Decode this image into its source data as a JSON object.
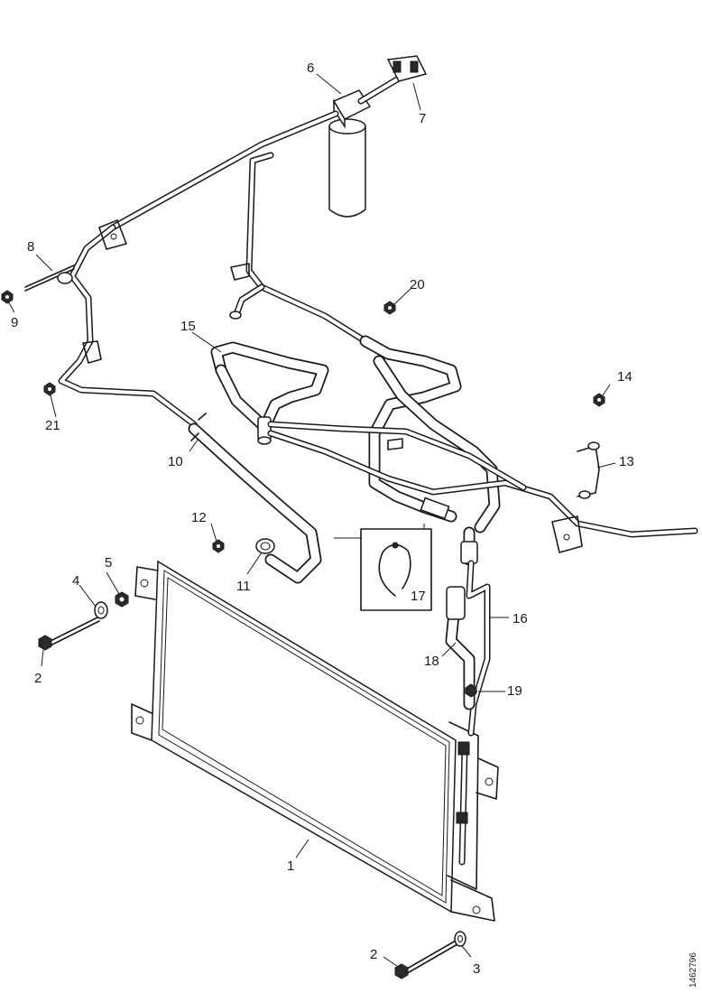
{
  "diagram": {
    "callouts": [
      "1",
      "2",
      "2",
      "3",
      "4",
      "5",
      "6",
      "7",
      "8",
      "9",
      "10",
      "11",
      "12",
      "13",
      "14",
      "15",
      "16",
      "17",
      "18",
      "19",
      "20",
      "21"
    ],
    "reference_code": "1462796"
  }
}
